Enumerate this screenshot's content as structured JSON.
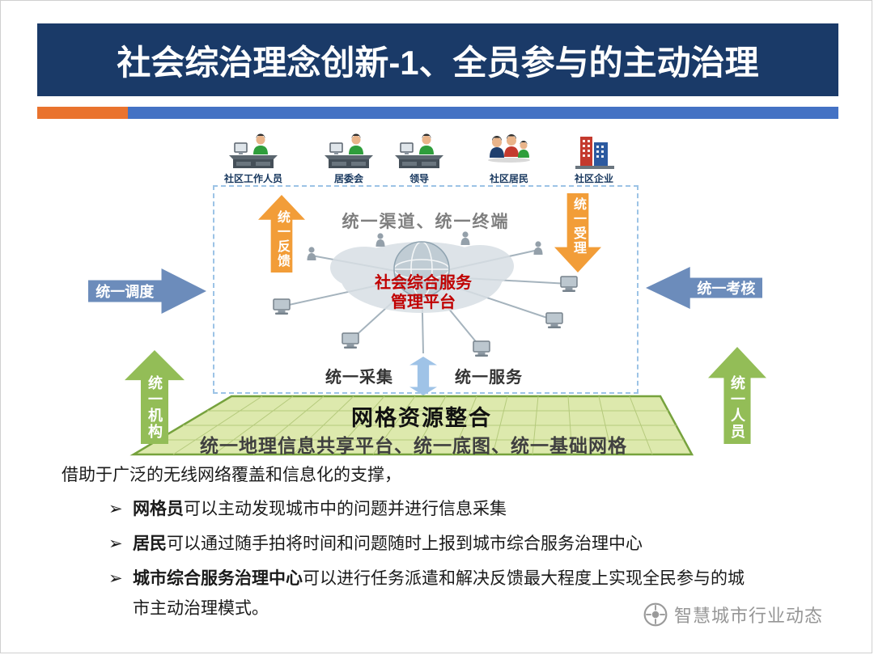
{
  "colors": {
    "header_bg": "#1a3a68",
    "accent_orange": "#e9732e",
    "accent_blue": "#4472c4",
    "arrow_orange": "#f29d38",
    "arrow_blue": "#6c8cbb",
    "arrow_green": "#93bd57",
    "double_arrow_blue": "#9fc3e7",
    "platform_text_red": "#c00000",
    "grid_plane_fill": "#dde9ad"
  },
  "header": {
    "title": "社会综治理念创新-1、全员参与的主动治理"
  },
  "actors": [
    {
      "label": "社区工作人员"
    },
    {
      "label": "居委会"
    },
    {
      "label": "领导"
    },
    {
      "label": "社区居民"
    },
    {
      "label": "社区企业"
    }
  ],
  "diagram": {
    "channel_label": "统一渠道、统一终端",
    "platform_line1": "社会综合服务",
    "platform_line2": "管理平台",
    "collect_label": "统一采集",
    "service_label": "统一服务",
    "arrows": {
      "feedback": "统一反馈",
      "accept": "统一受理",
      "dispatch": "统一调度",
      "assess": "统一考核",
      "organization": "统一机构",
      "personnel": "统一人员"
    },
    "grid": {
      "title": "网格资源整合",
      "subtitle": "统一地理信息共享平台、统一底图、统一基础网格"
    }
  },
  "body": {
    "intro": "借助于广泛的无线网络覆盖和信息化的支撑，",
    "bullet_glyph": "➢",
    "bullets": [
      {
        "bold": "网格员",
        "text": "可以主动发现城市中的问题并进行信息采集"
      },
      {
        "bold": "居民",
        "text": "可以通过随手拍将时间和问题随时上报到城市综合服务治理中心"
      },
      {
        "bold": "城市综合服务治理中心",
        "text": "可以进行任务派遣和解决反馈最大程度上实现全民参与的城市主动治理模式。"
      }
    ]
  },
  "watermark": {
    "text": "智慧城市行业动态"
  }
}
